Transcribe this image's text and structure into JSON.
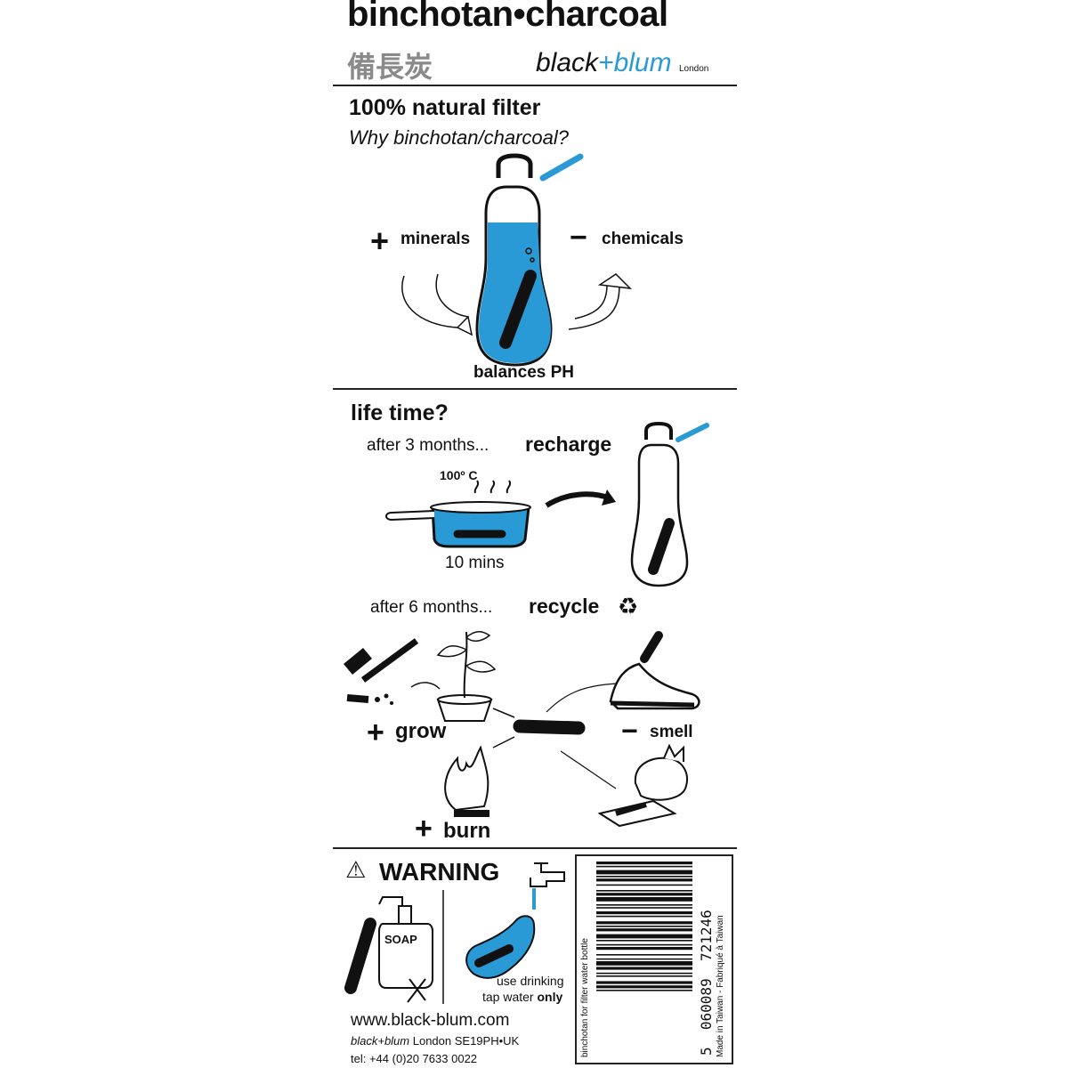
{
  "header": {
    "title": "binchotan•charcoal",
    "japanese": "備長炭",
    "brand_black": "black",
    "brand_plus": "+",
    "brand_blum": "blum",
    "brand_city": "London"
  },
  "filter_section": {
    "heading": "100% natural filter",
    "subheading": "Why binchotan/charcoal?",
    "plus_minerals": "minerals",
    "minus_chemicals": "chemicals",
    "balances": "balances PH"
  },
  "lifetime_section": {
    "heading": "life time?",
    "recharge_prefix": "after 3 months...",
    "recharge": "recharge",
    "temperature": "100º C",
    "duration": "10 mins",
    "recycle_prefix": "after 6 months...",
    "recycle": "recycle",
    "grow": "grow",
    "smell": "smell",
    "burn": "burn"
  },
  "warning_section": {
    "heading": "WARNING",
    "soap": "SOAP",
    "tap_line1": "use drinking",
    "tap_line2": "tap water",
    "tap_only": "only"
  },
  "footer": {
    "website": "www.black-blum.com",
    "address_brand": "black+blum",
    "address": " London SE19PH•UK",
    "phone": "tel: +44 (0)20 7633 0022"
  },
  "barcode": {
    "digits_lead": "5",
    "digits_group1": "060089",
    "digits_group2": "721246",
    "product_line": "binchotan for filter water bottle",
    "origin_line": "Made in Taiwan - Fabriqué à Taiwan"
  },
  "colors": {
    "accent_blue": "#2a9ad6",
    "ink": "#111111",
    "grey_text": "#8a8a8a"
  }
}
